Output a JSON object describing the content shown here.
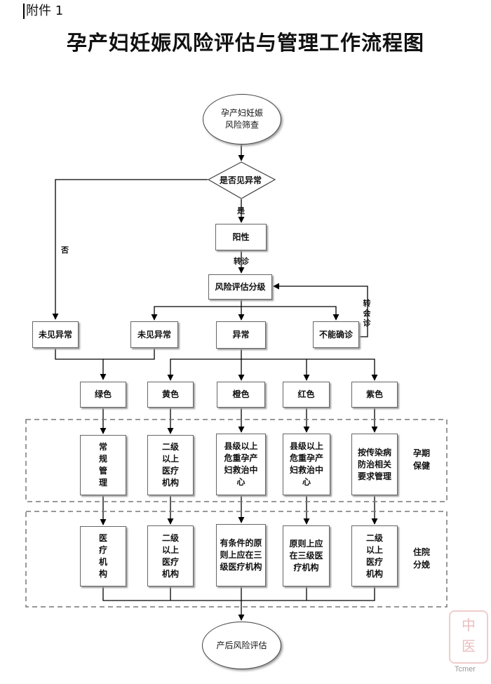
{
  "header": {
    "attachment": "附件 1",
    "title": "孕产妇妊娠风险评估与管理工作流程图"
  },
  "flow": {
    "start": "孕产妇妊娠风险筛查",
    "decision": "是否见异常",
    "yes_label": "是",
    "no_label": "否",
    "positive": "阳性",
    "referral_label": "转诊",
    "grading": "风险评估分级",
    "consult_label": "转会诊",
    "results": [
      "未见异常",
      "未见异常",
      "异常",
      "不能确诊"
    ],
    "colors": [
      "绿色",
      "黄色",
      "橙色",
      "红色",
      "紫色"
    ],
    "pregnancy_care": [
      "常规管理",
      "二级以上医疗机构",
      "县级以上危重孕产妇救治中心",
      "县级以上危重孕产妇救治中心",
      "按传染病防治相关要求管理"
    ],
    "delivery": [
      "医疗机构",
      "二级以上医疗机构",
      "有条件的原则上应在三级医疗机构",
      "原则上应在三级医疗机构",
      "二级以上医疗机构"
    ],
    "section_pregnancy": "孕期保健",
    "section_delivery": "住院分娩",
    "end": "产后风险评估"
  },
  "watermark": {
    "text": "Tcmer",
    "seal": "中医"
  }
}
